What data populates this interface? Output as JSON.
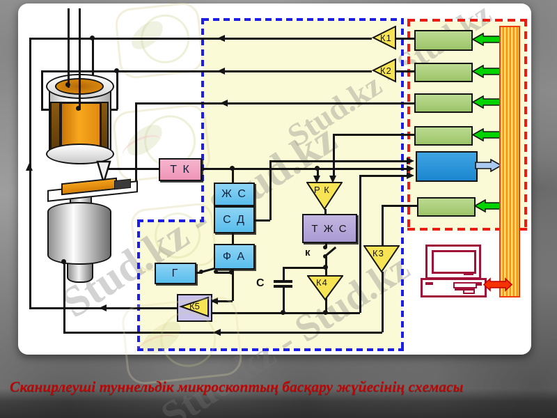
{
  "caption": "Сканирлеуші туннельдік микроскоптың басқару жүйесінің схемасы",
  "watermark": {
    "text": "Stud.kz - Stud.kz"
  },
  "labels": {
    "k1": "К1",
    "k2": "К2",
    "k3": "К3",
    "k4": "К4",
    "k5": "К5",
    "rk": "Р К",
    "tk": "Т К",
    "zhs": "Ж С",
    "sd": "С Д",
    "fa": "Ф А",
    "g": "Г",
    "tzhs": "Т Ж С",
    "switch_k": "к",
    "capacitor_c": "С"
  },
  "colors": {
    "zone_fill": "#fbfad6",
    "blue_dashed_border": "#1d1de8",
    "red_dashed_border": "#ee1c10",
    "signal_box_blue": "#6ec6f2",
    "preamp_box_pink": "#f0a0c0",
    "tzhs_box_purple": "#b3a6d9",
    "amp_triangle_yellow": "#f7e455",
    "dac_box_green": "#a6cc7e",
    "adc_box_blue": "#1b8ed8",
    "bus_arrow_green": "#00d400",
    "bus_arrow_blue": "#aac9f1",
    "bus_stripe_orange": "#ff9012",
    "computer_outline_crimson": "#a01238",
    "caption_red": "#bf0404"
  }
}
